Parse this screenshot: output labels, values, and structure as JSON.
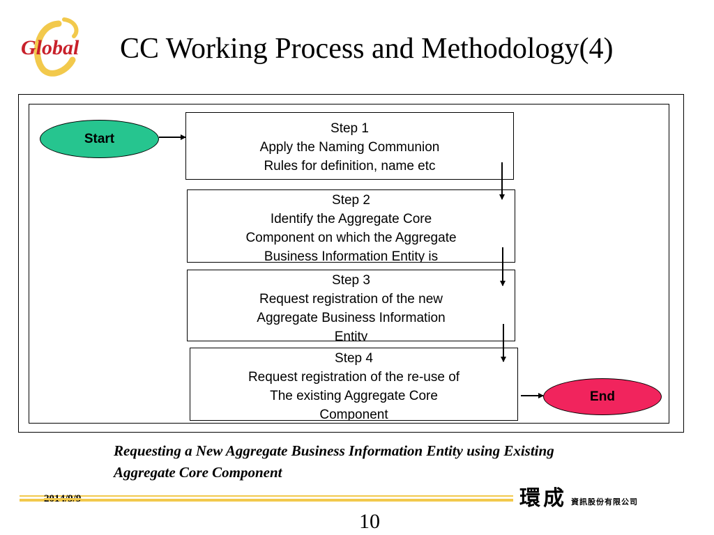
{
  "slide": {
    "title": "CC Working Process and Methodology(4)",
    "caption_line1": "Requesting a New Aggregate Business Information Entity using Existing",
    "caption_line2": "Aggregate Core Component",
    "date": "2014/9/9",
    "page_number": "10",
    "company_large": "環成",
    "company_small": "資訊股份有限公司",
    "logo_text": "Global"
  },
  "flow": {
    "start_label": "Start",
    "end_label": "End",
    "steps": [
      {
        "lines": [
          "Step 1",
          "Apply the Naming Communion",
          "Rules for definition, name etc"
        ]
      },
      {
        "lines": [
          "Step 2",
          "Identify the Aggregate Core",
          "Component on which the Aggregate",
          "Business Information Entity is"
        ]
      },
      {
        "lines": [
          "Step 3",
          "Request registration of the new",
          "Aggregate Business Information",
          "Entity"
        ]
      },
      {
        "lines": [
          "Step 4",
          "Request registration of the re-use of",
          "The existing Aggregate Core",
          "Component"
        ]
      }
    ]
  },
  "colors": {
    "start_fill": "#26c58f",
    "end_fill": "#f1245d",
    "accent_gold": "#f2c94c"
  }
}
